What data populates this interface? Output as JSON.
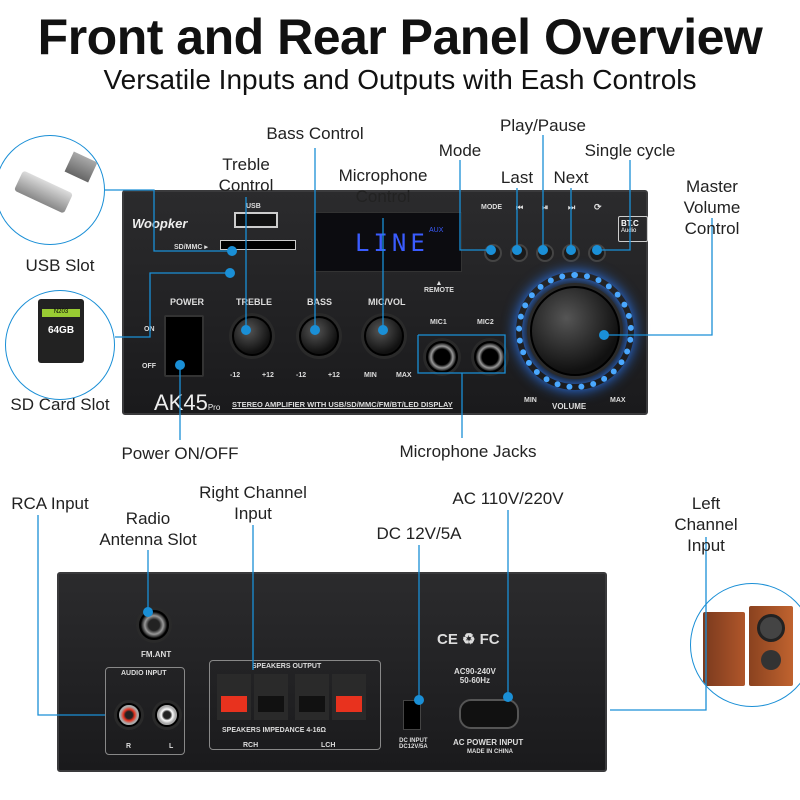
{
  "header": {
    "title": "Front and Rear Panel Overview",
    "subtitle": "Versatile Inputs and Outputs with Eash Controls"
  },
  "front_labels": {
    "bass": "Bass Control",
    "treble": "Treble\nControl",
    "mic_control": "Microphone\nControl",
    "mode": "Mode",
    "play_pause": "Play/Pause",
    "last": "Last",
    "next": "Next",
    "single_cycle": "Single cycle",
    "master_volume": "Master Volume\nControl",
    "usb": "USB Slot",
    "sd": "SD Card Slot",
    "power": "Power ON/OFF",
    "mic_jacks": "Microphone Jacks"
  },
  "rear_labels": {
    "rca": "RCA Input",
    "radio": "Radio\nAntenna Slot",
    "right_channel": "Right Channel\nInput",
    "dc": "DC 12V/5A",
    "ac": "AC 110V/220V",
    "left_channel": "Left Channel\nInput"
  },
  "front_panel": {
    "brand": "Woopker",
    "usb": "USB",
    "sd": "SD/MMC ▸",
    "display": "LINE",
    "display_tag": "AUX",
    "remote": "▲\nREMOTE",
    "buttons": [
      "MODE",
      "⏮",
      "⏯",
      "⏭",
      "⟳"
    ],
    "bt": "BT.C",
    "bt_sub": "Audio",
    "power": "POWER",
    "on": "ON",
    "off": "OFF",
    "treble": "TREBLE",
    "bass": "BASS",
    "micvol": "MIC/VOL",
    "minus12": "-12",
    "plus12": "+12",
    "min": "MIN",
    "max": "MAX",
    "mic1": "MIC1",
    "mic2": "MIC2",
    "model": "AK45",
    "model_suffix": "Pro",
    "tagline": "STEREO AMPLIFIER WITH USB/SD/MMC/FM/BT/LED DISPLAY",
    "volume": "VOLUME"
  },
  "rear_panel": {
    "fm": "FM.ANT",
    "audio_input": "AUDIO INPUT",
    "r": "R",
    "l": "L",
    "speakers_output": "SPEAKERS OUTPUT",
    "impedance": "SPEAKERS IMPEDANCE 4-16Ω",
    "rch": "RCH",
    "lch": "LCH",
    "certs": "CE ♻ FC",
    "ac_rating": "AC90-240V\n50-60Hz",
    "dc_input": "DC INPUT\nDC12V/5A",
    "ac_input": "AC POWER INPUT",
    "made": "MADE IN CHINA"
  },
  "sd_card": {
    "model": "N203",
    "capacity": "64GB"
  },
  "colors": {
    "leader": "#1a8fd6",
    "display": "#3a5cff",
    "glow": "#4aa8ff",
    "red_terminal": "#e8321e"
  }
}
